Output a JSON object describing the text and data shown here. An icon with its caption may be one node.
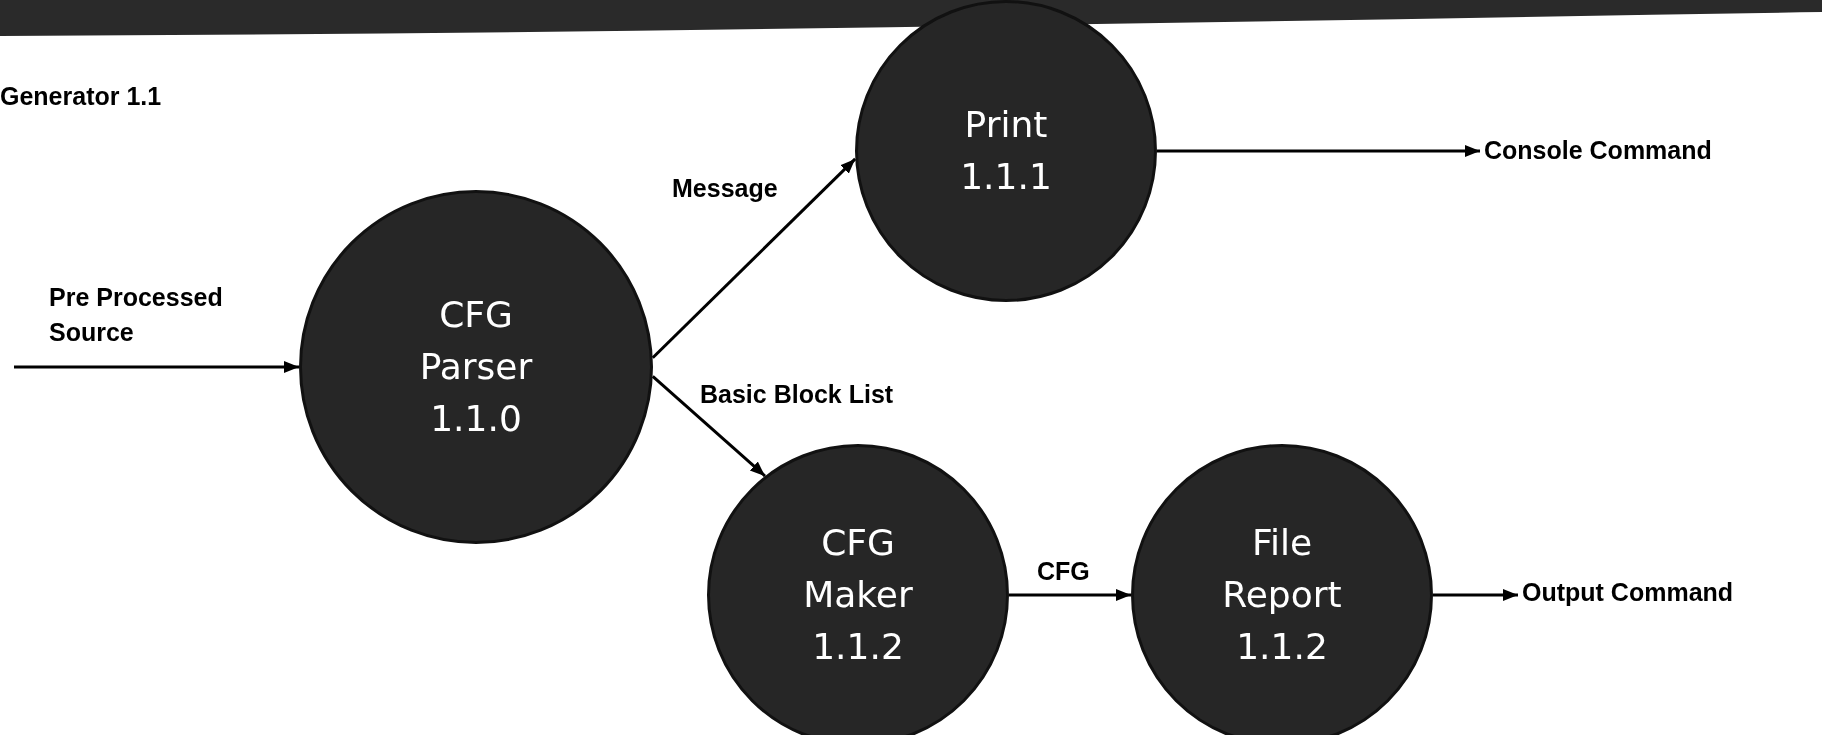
{
  "diagram": {
    "nodes": [
      {
        "text": [
          "CFG Parser",
          "1.1.0"
        ]
      },
      {
        "text": [
          "Print",
          "1.1.1"
        ]
      },
      {
        "text": [
          "CFG Maker",
          "1.1.2"
        ]
      },
      {
        "text": [
          "File Report",
          "1.1.2"
        ]
      },
      {
        "text": [
          "Console Command"
        ]
      },
      {
        "text": [
          "Output Command"
        ]
      }
    ],
    "edges": [
      {
        "from": null,
        "to": 0,
        "arrow": "to",
        "label": "Pre Processed Source"
      },
      {
        "from": 0,
        "to": 1,
        "arrow": "to",
        "label": "Message"
      },
      {
        "from": 0,
        "to": 2,
        "arrow": "to",
        "label": "Basic Block List"
      },
      {
        "from": 1,
        "to": 4,
        "arrow": "to"
      },
      {
        "from": 2,
        "to": 3,
        "arrow": "to",
        "label": "CFG"
      },
      {
        "from": 3,
        "to": 5,
        "arrow": "to"
      }
    ],
    "labels": [
      "Generator 1.1"
    ]
  }
}
